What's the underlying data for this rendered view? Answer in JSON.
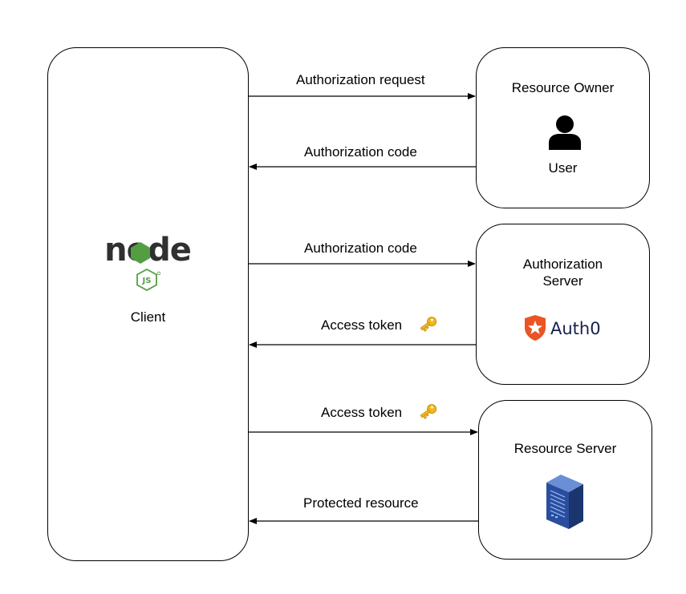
{
  "client": {
    "label": "Client",
    "logo_text": "node",
    "logo_badge": "JS"
  },
  "resource_owner": {
    "title": "Resource Owner",
    "subtitle": "User"
  },
  "authorization_server": {
    "title_line1": "Authorization",
    "title_line2": "Server",
    "logo_text": "Auth0"
  },
  "resource_server": {
    "title": "Resource Server"
  },
  "arrows": {
    "authorization_request": "Authorization request",
    "authorization_code_return": "Authorization code",
    "authorization_code_send": "Authorization code",
    "access_token_return": "Access token",
    "access_token_send": "Access token",
    "protected_resource": "Protected resource"
  },
  "colors": {
    "node_dark": "#303030",
    "node_green": "#539e43",
    "auth0_orange": "#eb5424",
    "auth0_navy": "#16214d",
    "key_gold": "#f2b81c",
    "server_blue": "#2a4d9e"
  },
  "icons": [
    "user-icon",
    "key-icon",
    "server-icon",
    "auth0-logo",
    "nodejs-logo"
  ]
}
